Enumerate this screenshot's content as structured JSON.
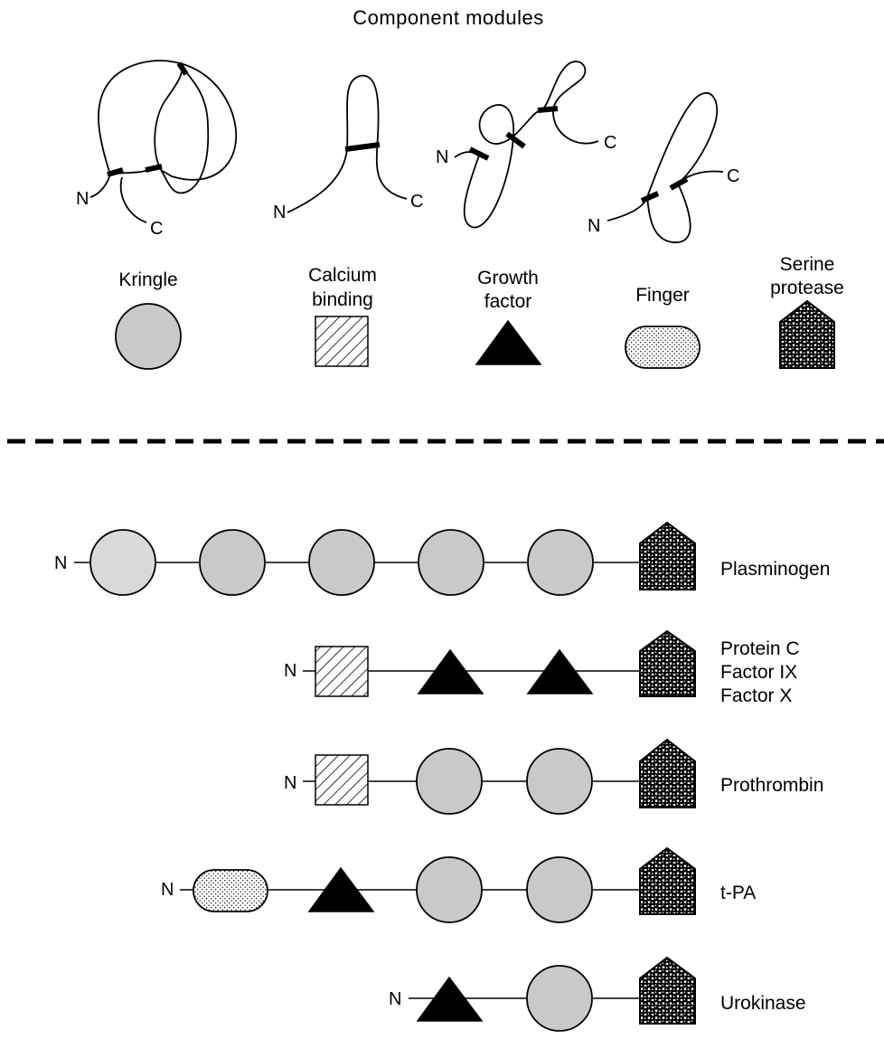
{
  "title": "Component modules",
  "modules": [
    {
      "key": "kringle",
      "label": "Kringle"
    },
    {
      "key": "calcium",
      "label": "Calcium\nbinding",
      "line1": "Calcium",
      "line2": "binding"
    },
    {
      "key": "growth",
      "label": "Growth\nfactor",
      "line1": "Growth",
      "line2": "factor"
    },
    {
      "key": "finger",
      "label": "Finger"
    },
    {
      "key": "serine",
      "label": "Serine\nprotease",
      "line1": "Serine",
      "line2": "protease"
    }
  ],
  "terminal_labels": {
    "n": "N",
    "c": "C"
  },
  "proteins": [
    {
      "name": "Plasminogen",
      "lines": [
        "Plasminogen"
      ],
      "domains": [
        "kringle",
        "kringle",
        "kringle",
        "kringle",
        "kringle",
        "serine"
      ]
    },
    {
      "name": "Protein C / Factor IX / Factor X",
      "lines": [
        "Protein  C",
        "Factor  IX",
        "Factor  X"
      ],
      "domains": [
        "calcium",
        "growth",
        "growth",
        "serine"
      ]
    },
    {
      "name": "Prothrombin",
      "lines": [
        "Prothrombin"
      ],
      "domains": [
        "calcium",
        "kringle",
        "kringle",
        "serine"
      ]
    },
    {
      "name": "t-PA",
      "lines": [
        "t-PA"
      ],
      "domains": [
        "finger",
        "growth",
        "kringle",
        "kringle",
        "serine"
      ]
    },
    {
      "name": "Urokinase",
      "lines": [
        "Urokinase"
      ],
      "domains": [
        "growth",
        "kringle",
        "serine"
      ]
    }
  ]
}
